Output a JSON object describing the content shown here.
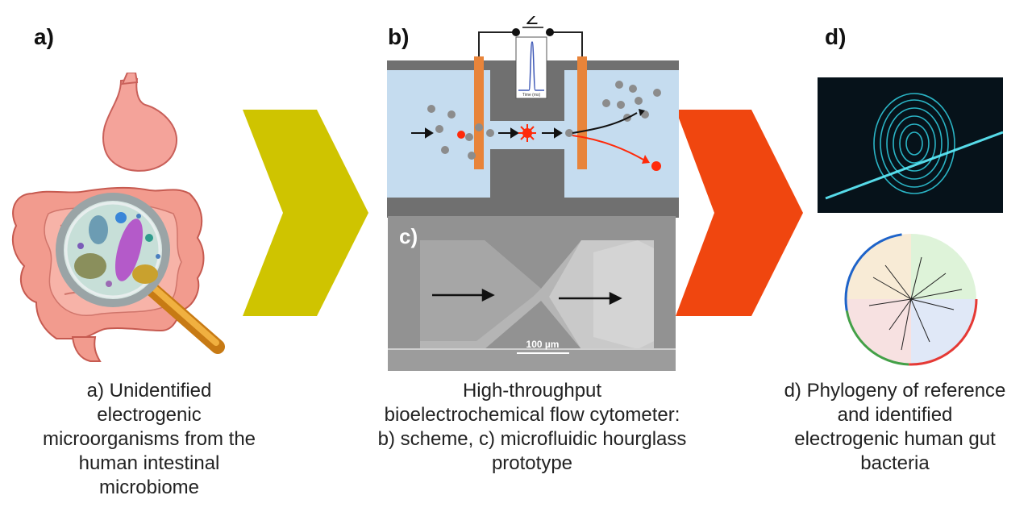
{
  "panels": {
    "a": {
      "letter": "a)",
      "caption_lines": [
        "a) Unidentified",
        "electrogenic",
        "microorganisms  from the",
        "human intestinal",
        "microbiome"
      ]
    },
    "b": {
      "letter": "b)",
      "impedance_symbol": "Z",
      "plot_axis_label": "Time (ms)"
    },
    "c": {
      "letter": "c)",
      "scale_bar": "100 µm"
    },
    "bc_caption_lines": [
      "High-throughput",
      "bioelectrochemical  flow cytometer:",
      "b) scheme,  c) microfluidic hourglass",
      "prototype"
    ],
    "d": {
      "letter": "d)",
      "caption_lines": [
        "d) Phylogeny of reference",
        "and identified",
        "electrogenic human gut",
        "bacteria"
      ]
    }
  },
  "colors": {
    "arrow_left": "#cfc400",
    "arrow_right": "#f0460f",
    "channel_fluid": "#c5dcef",
    "channel_wall": "#707070",
    "electrode": "#e8843a",
    "particle": "#8c8c8c",
    "target_cell": "#ff2a0a"
  },
  "icons": [
    "intestine-icon",
    "magnifier-icon",
    "bacteria-icon",
    "fingerprint-icon",
    "phylogenetic-tree-icon",
    "impedance-peak-icon"
  ]
}
